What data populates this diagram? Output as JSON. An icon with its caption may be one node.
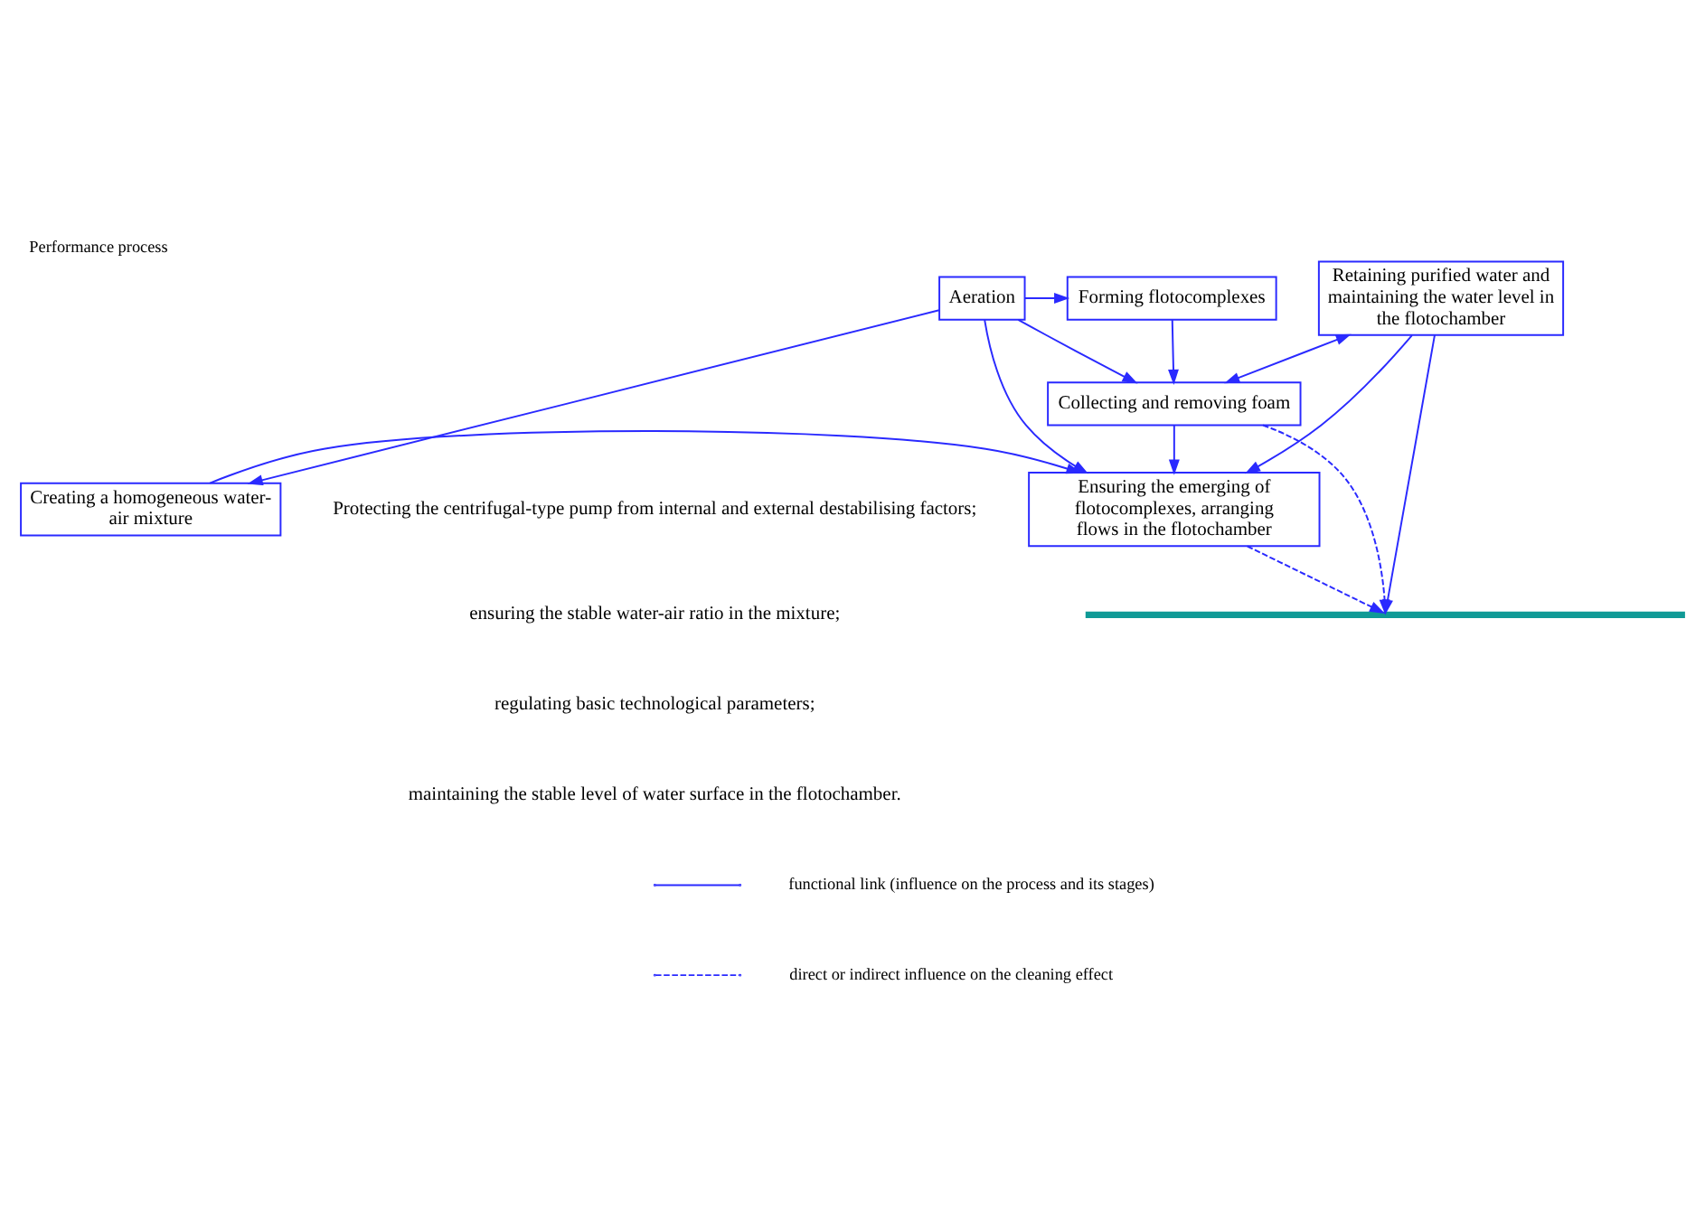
{
  "diagram": {
    "title": "Performance process",
    "nodes": [
      {
        "text": [
          "Creating a homogeneous water-air mixture"
        ]
      },
      {
        "text": [
          "Ensuring the emerging of flotocomplexes, arranging flows in the flotochamber"
        ]
      },
      {
        "text": [
          "Aeration"
        ]
      },
      {
        "text": [
          "Forming flotocomplexes"
        ]
      },
      {
        "text": [
          "Retaining purified water and maintaining the water level in the flotochamber"
        ]
      },
      {
        "text": [
          "Collecting and removing foam"
        ]
      },
      {
        "text": [],
        "shape": "bar"
      }
    ],
    "edges": [
      {
        "from": 0,
        "to": 1,
        "arrow": "to"
      },
      {
        "from": 2,
        "to": 0,
        "arrow": "to"
      },
      {
        "from": 2,
        "to": 3,
        "arrow": "to"
      },
      {
        "from": 2,
        "to": 1,
        "arrow": "to"
      },
      {
        "from": 3,
        "to": 5,
        "arrow": "to"
      },
      {
        "from": 2,
        "to": 5,
        "arrow": "to"
      },
      {
        "from": 5,
        "to": 1,
        "arrow": "to"
      },
      {
        "from": 5,
        "to": 6,
        "arrow": "to",
        "style": "dashed"
      },
      {
        "from": 1,
        "to": 6,
        "arrow": "to",
        "style": "dashed"
      },
      {
        "from": 4,
        "to": 6,
        "arrow": "to"
      },
      {
        "from": 4,
        "to": 1,
        "arrow": "to"
      },
      {
        "from": 4,
        "to": 5,
        "arrow": "both"
      }
    ],
    "labels": [
      "Protecting the centrifugal-type pump from internal and external destabilising factors;",
      "ensuring the stable water-air ratio in the mixture;",
      "regulating basic technological parameters;",
      "maintaining the stable level of water surface in the flotochamber."
    ],
    "legend": [
      {
        "text": "functional link (influence on the process and its stages)"
      },
      {
        "text": "direct or indirect influence on the cleaning effect"
      }
    ]
  }
}
